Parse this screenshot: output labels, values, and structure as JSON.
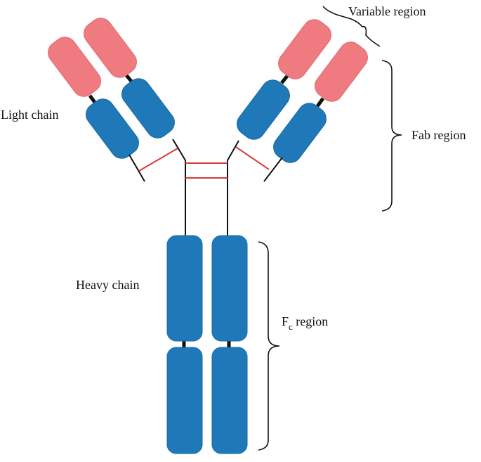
{
  "labels": {
    "light_chain": "Light chain",
    "heavy_chain": "Heavy chain",
    "variable_region": "Variable region",
    "fab_region": "Fab region",
    "fc_region_main": "F",
    "fc_region_sub": "c",
    "fc_region_rest": " region"
  },
  "colors": {
    "variable_domain": "#ef7a80",
    "constant_domain": "#1f78b8",
    "disulfide_bond": "#d93a3a",
    "chain_line": "#111111"
  }
}
